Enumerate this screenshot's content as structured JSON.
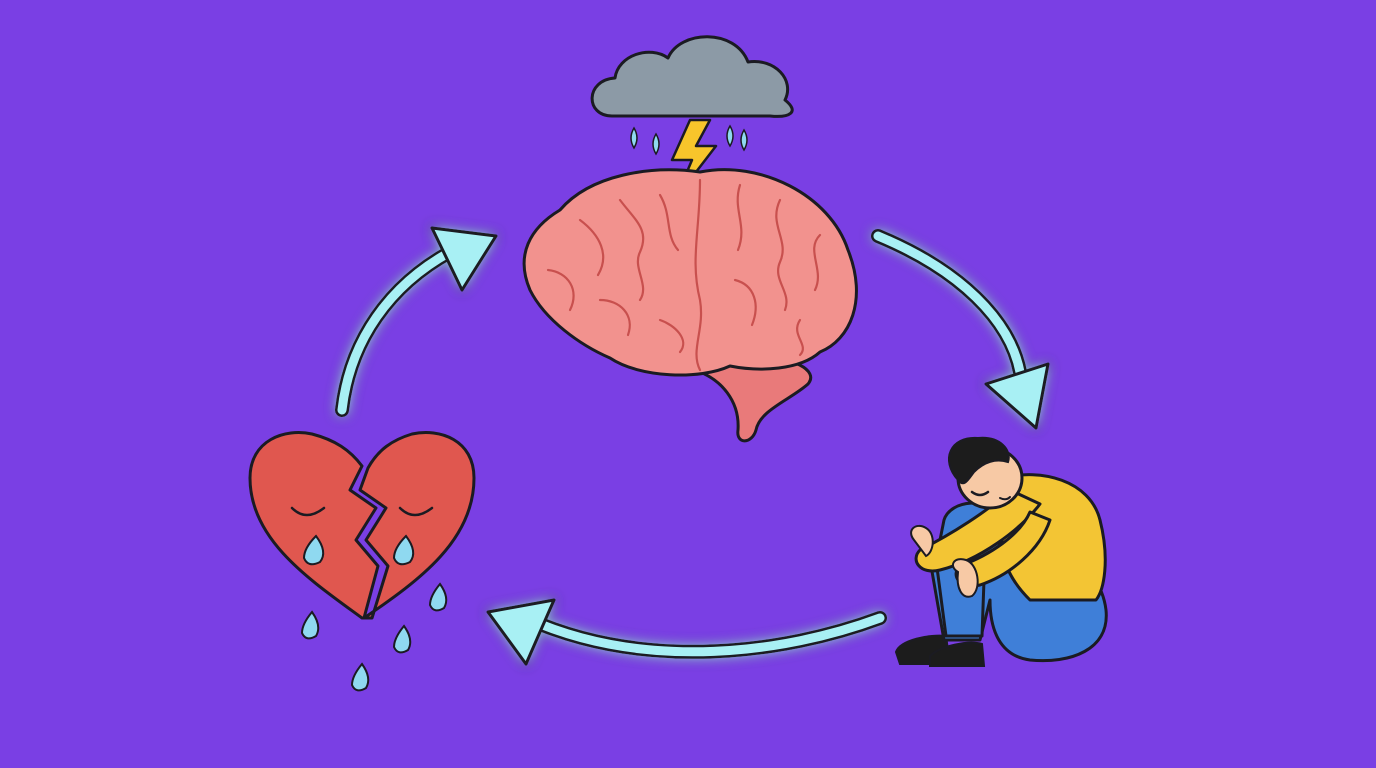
{
  "scene": {
    "background_color": "#7a3fe4",
    "nodes": [
      {
        "id": "brain",
        "icon": "brain-with-storm-cloud-icon"
      },
      {
        "id": "person",
        "icon": "person-hugging-knees-icon"
      },
      {
        "id": "heart",
        "icon": "crying-broken-heart-icon"
      }
    ],
    "edges": [
      {
        "from": "brain",
        "to": "person",
        "icon": "arrow-icon"
      },
      {
        "from": "person",
        "to": "heart",
        "icon": "arrow-icon"
      },
      {
        "from": "heart",
        "to": "brain",
        "icon": "arrow-icon"
      }
    ],
    "colors": {
      "arrow": "#a8f0f4",
      "arrow_glow": "#d8fbff",
      "brain": "#f2928e",
      "brain_stem": "#e97a7a",
      "cloud": "#8c9aa6",
      "lightning": "#f7c52b",
      "heart": "#e0574f",
      "tear": "#8fd9f0",
      "shirt": "#f3c534",
      "pants": "#3f7fd8",
      "skin": "#f7c9a5",
      "hair": "#1c1c1c",
      "outline": "#1b1b22"
    }
  }
}
